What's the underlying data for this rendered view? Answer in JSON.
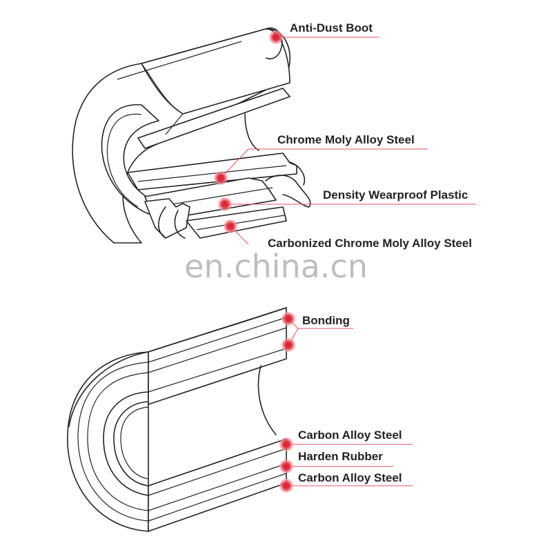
{
  "figure_top": {
    "labels": {
      "anti_dust_boot": "Anti-Dust Boot",
      "chrome_moly": "Chrome Moly Alloy Steel",
      "density_plastic": "Density Wearproof Plastic",
      "carbonized_chrome": "Carbonized Chrome Moly Alloy Steel"
    }
  },
  "figure_bottom": {
    "labels": {
      "bonding": "Bonding",
      "carbon_alloy_top": "Carbon Alloy Steel",
      "harden_rubber": "Harden Rubber",
      "carbon_alloy_bottom": "Carbon Alloy Steel"
    }
  },
  "watermark": "en.china.cn",
  "colors": {
    "marker": "#e0303f",
    "marker_halo": "#f5a5ad",
    "leader": "#e35060",
    "ink": "#222222"
  }
}
